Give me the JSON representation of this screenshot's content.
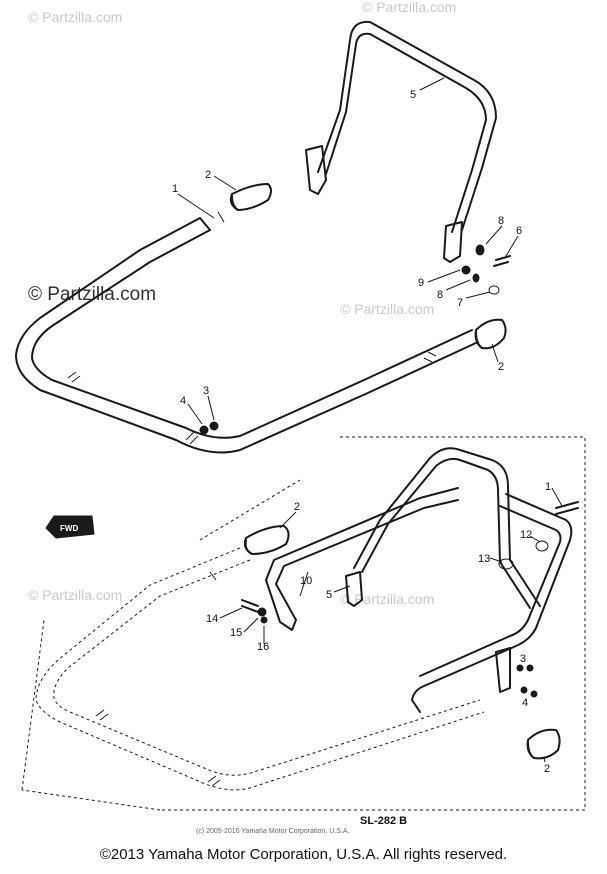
{
  "watermarks": {
    "top_left": "© Partzilla.com",
    "top_right": "© Partzilla.com",
    "mid_left": "© Partzilla.com",
    "mid_right": "© Partzilla.com",
    "lower_left": "© Partzilla.com",
    "lower_right": "© Partzilla.com"
  },
  "forward_label": "FWD",
  "diagram_code": "SL-282 B",
  "small_copyright": "(c) 2005-2016 Yamaha Motor Corporation, U.S.A.",
  "footer_copyright": "©2013 Yamaha Motor Corporation, U.S.A. All rights reserved.",
  "callouts": {
    "upper_1": "1",
    "upper_2a": "2",
    "upper_2b": "2",
    "upper_3": "3",
    "upper_4": "4",
    "upper_5": "5",
    "upper_6": "6",
    "upper_7": "7",
    "upper_8a": "8",
    "upper_8b": "8",
    "upper_9": "9",
    "lower_1": "1",
    "lower_2a": "2",
    "lower_2b": "2",
    "lower_3": "3",
    "lower_4": "4",
    "lower_5": "5",
    "lower_10": "10",
    "lower_12": "12",
    "lower_13": "13",
    "lower_14": "14",
    "lower_15": "15",
    "lower_16": "16"
  }
}
